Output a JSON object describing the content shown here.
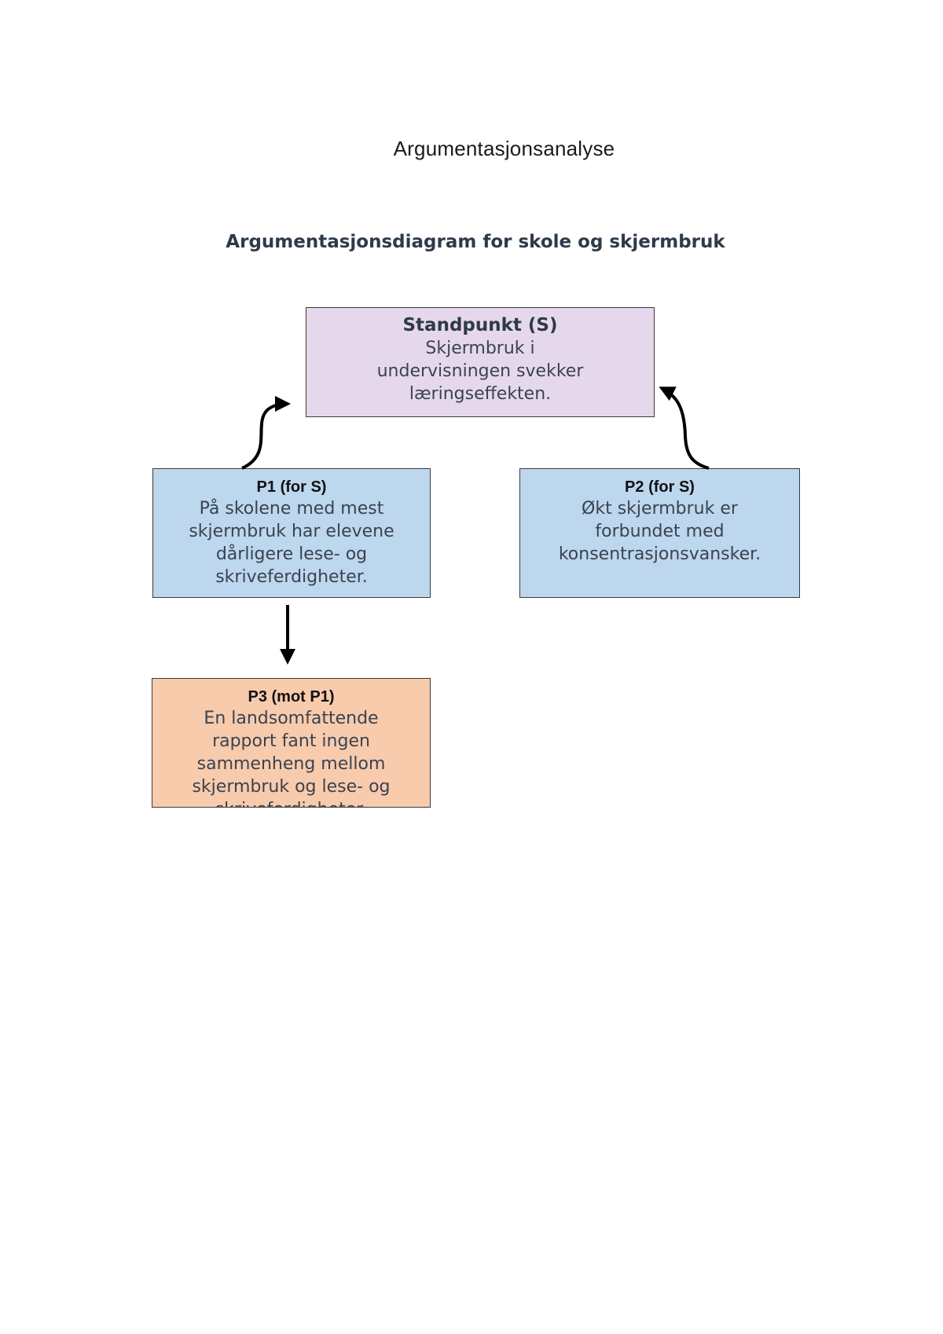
{
  "document": {
    "title": "Argumentasjonsanalyse"
  },
  "diagram": {
    "title": "Argumentasjonsdiagram for skole og skjermbruk",
    "nodes": {
      "standpunkt": {
        "label": "Standpunkt (S)",
        "text": "Skjermbruk i undervisningen svekker læringseffekten."
      },
      "p1": {
        "label": "P1 (for S)",
        "text": "På skolene med mest skjermbruk har elevene dårligere lese- og skriveferdigheter."
      },
      "p2": {
        "label": "P2 (for S)",
        "text": "Økt skjermbruk er forbundet med konsentrasjonsvansker."
      },
      "p3": {
        "label": "P3 (mot P1)",
        "text": "En landsomfattende rapport fant ingen sammenheng mellom skjermbruk og lese- og skriveferdigheter."
      }
    },
    "edges": [
      {
        "from": "p1",
        "to": "standpunkt",
        "relation": "for S"
      },
      {
        "from": "p2",
        "to": "standpunkt",
        "relation": "for S"
      },
      {
        "from": "p1",
        "to": "p3",
        "relation": "mot P1"
      }
    ]
  }
}
